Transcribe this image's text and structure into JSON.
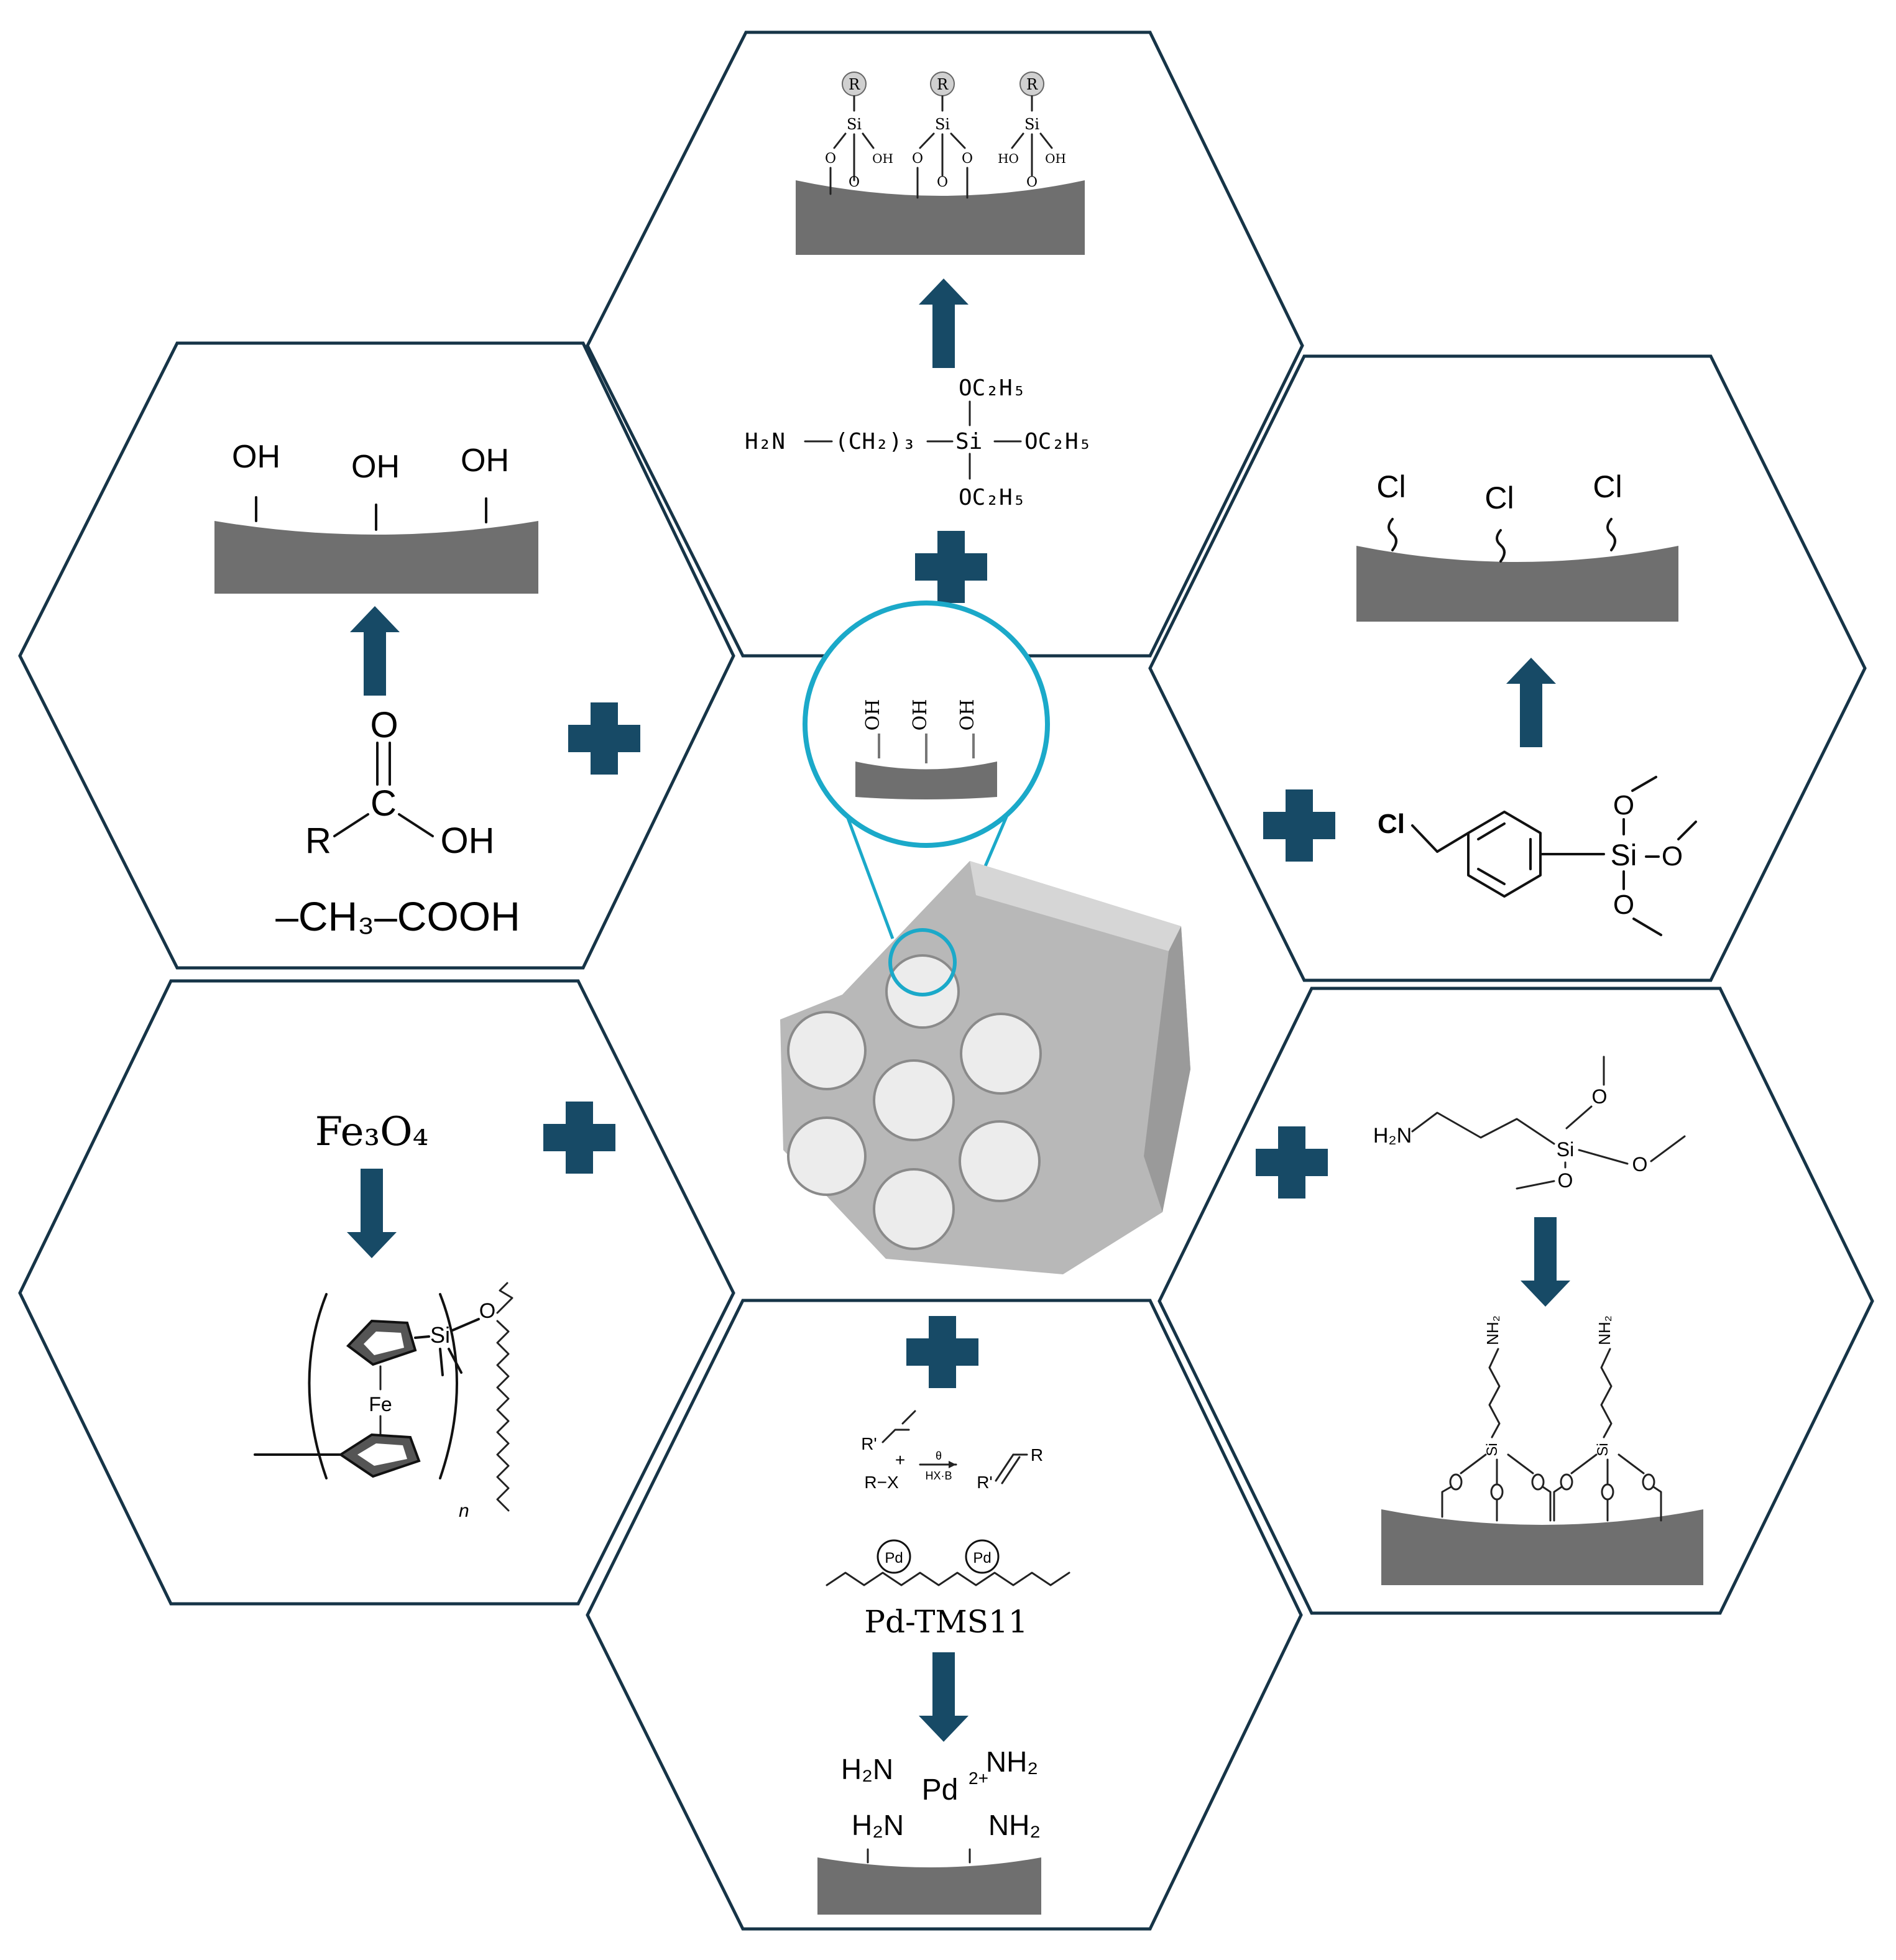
{
  "colors": {
    "hex_border": "#163447",
    "arrow": "#174a66",
    "plus": "#174a66",
    "zoom_circle": "#1ba9c9",
    "surface": "#6f6f6f"
  },
  "top_panel": {
    "r_label": "R",
    "si_label": "Si",
    "o_label": "O",
    "oh_label": "OH",
    "ho_label": "HO",
    "reagent": {
      "h2n": "H₂N",
      "ch2": "(CH₂)₃",
      "si": "Si",
      "oc2h5": "OC₂H₅"
    }
  },
  "left_top_panel": {
    "oh_label": "OH",
    "o_label": "O",
    "r_label": "R",
    "c_label": "C",
    "acid_oh": "OH",
    "formula": "–CH₃–COOH"
  },
  "right_top_panel": {
    "cl_label": "Cl",
    "o_label": "O",
    "si_label": "Si"
  },
  "left_bottom_panel": {
    "fe3o4": "Fe₃O₄",
    "si_label": "Si",
    "fe_label": "Fe",
    "o_label": "O",
    "n_label": "n"
  },
  "right_bottom_panel": {
    "h2n_label": "H₂N",
    "o_label": "O",
    "si_label": "Si",
    "nh2_label": "NH₂"
  },
  "bottom_panel": {
    "r_prime": "R'",
    "plus_sign": "+",
    "rx": "R−X",
    "theta": "θ",
    "hxb": "HX·B",
    "r_label": "R",
    "pd": "Pd",
    "catalyst_name": "Pd-TMS11",
    "h2n": "H₂N",
    "nh2": "NH₂",
    "pd_complex": "Pd",
    "pd_charge": "2+"
  },
  "center": {
    "oh_label": "OH"
  }
}
